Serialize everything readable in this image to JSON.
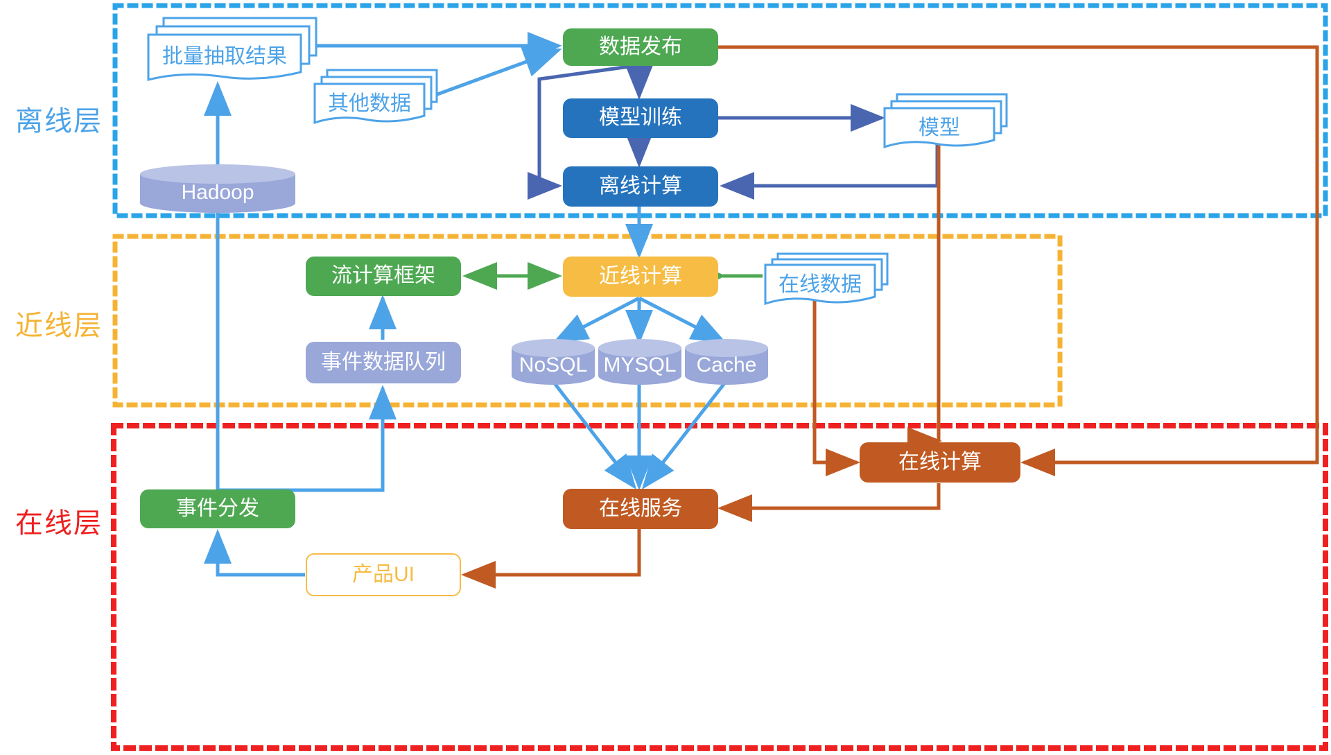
{
  "diagram": {
    "title": "Lambda-style Data Architecture (Chinese)",
    "layers": [
      {
        "id": "offline",
        "label": "离线层",
        "color": "#4da3e8"
      },
      {
        "id": "nearline",
        "label": "近线层",
        "color": "#f5b335"
      },
      {
        "id": "online",
        "label": "在线层",
        "color": "#ef2020"
      }
    ],
    "nodes": {
      "batch_extract_result": {
        "label": "批量抽取结果",
        "shape": "document-stack",
        "color": "#4da3e8"
      },
      "other_data": {
        "label": "其他数据",
        "shape": "document-stack",
        "color": "#4da3e8"
      },
      "hadoop": {
        "label": "Hadoop",
        "shape": "cylinder",
        "color": "#99a7d9"
      },
      "data_publish": {
        "label": "数据发布",
        "shape": "rounded-rect",
        "color": "#4ea852"
      },
      "model_training": {
        "label": "模型训练",
        "shape": "rounded-rect",
        "color": "#2573bd"
      },
      "offline_compute": {
        "label": "离线计算",
        "shape": "rounded-rect",
        "color": "#2573bd"
      },
      "model": {
        "label": "模型",
        "shape": "document-stack",
        "color": "#4da3e8"
      },
      "stream_framework": {
        "label": "流计算框架",
        "shape": "rounded-rect",
        "color": "#4ea852"
      },
      "nearline_compute": {
        "label": "近线计算",
        "shape": "rounded-rect",
        "color": "#f6bc44"
      },
      "online_data": {
        "label": "在线数据",
        "shape": "document-stack",
        "color": "#4da3e8"
      },
      "event_data_queue": {
        "label": "事件数据队列",
        "shape": "rounded-rect",
        "color": "#99a7d9"
      },
      "nosql": {
        "label": "NoSQL",
        "shape": "cylinder",
        "color": "#99a7d9"
      },
      "mysql": {
        "label": "MYSQL",
        "shape": "cylinder",
        "color": "#99a7d9"
      },
      "cache": {
        "label": "Cache",
        "shape": "cylinder",
        "color": "#99a7d9"
      },
      "event_dispatch": {
        "label": "事件分发",
        "shape": "rounded-rect",
        "color": "#4ea852"
      },
      "online_service": {
        "label": "在线服务",
        "shape": "rounded-rect",
        "color": "#c05a22"
      },
      "online_compute": {
        "label": "在线计算",
        "shape": "rounded-rect",
        "color": "#c05a22"
      },
      "product_ui": {
        "label": "产品UI",
        "shape": "rounded-rect-outline",
        "color": "#f6bc44"
      }
    },
    "edges": [
      {
        "from": "hadoop",
        "to": "batch_extract_result",
        "color": "#4da3e8"
      },
      {
        "from": "batch_extract_result",
        "to": "data_publish",
        "color": "#4da3e8"
      },
      {
        "from": "other_data",
        "to": "data_publish",
        "color": "#4da3e8"
      },
      {
        "from": "data_publish",
        "to": "model_training",
        "color": "#4a66b0"
      },
      {
        "from": "data_publish",
        "to": "offline_compute",
        "color": "#4a66b0"
      },
      {
        "from": "model_training",
        "to": "offline_compute",
        "color": "#4a66b0"
      },
      {
        "from": "model_training",
        "to": "model",
        "color": "#4a66b0"
      },
      {
        "from": "model",
        "to": "offline_compute",
        "color": "#4a66b0"
      },
      {
        "from": "data_publish",
        "to": "online_compute",
        "color": "#c05a22"
      },
      {
        "from": "model",
        "to": "online_compute",
        "color": "#c05a22"
      },
      {
        "from": "offline_compute",
        "to": "nearline_compute",
        "color": "#4da3e8"
      },
      {
        "from": "nearline_compute",
        "to": "stream_framework",
        "color": "#4ea852",
        "bidirectional": true
      },
      {
        "from": "online_data",
        "to": "nearline_compute",
        "color": "#4ea852"
      },
      {
        "from": "nearline_compute",
        "to": "nosql",
        "color": "#4da3e8"
      },
      {
        "from": "nearline_compute",
        "to": "mysql",
        "color": "#4da3e8"
      },
      {
        "from": "nearline_compute",
        "to": "cache",
        "color": "#4da3e8"
      },
      {
        "from": "event_data_queue",
        "to": "stream_framework",
        "color": "#4da3e8"
      },
      {
        "from": "event_dispatch",
        "to": "event_data_queue",
        "color": "#4da3e8"
      },
      {
        "from": "event_dispatch",
        "to": "hadoop",
        "color": "#4da3e8"
      },
      {
        "from": "nosql",
        "to": "online_service",
        "color": "#4da3e8"
      },
      {
        "from": "mysql",
        "to": "online_service",
        "color": "#4da3e8"
      },
      {
        "from": "cache",
        "to": "online_service",
        "color": "#4da3e8"
      },
      {
        "from": "online_data",
        "to": "online_compute",
        "color": "#c05a22"
      },
      {
        "from": "online_compute",
        "to": "online_service",
        "color": "#c05a22"
      },
      {
        "from": "online_service",
        "to": "product_ui",
        "color": "#c05a22"
      },
      {
        "from": "product_ui",
        "to": "event_dispatch",
        "color": "#4da3e8"
      }
    ]
  }
}
